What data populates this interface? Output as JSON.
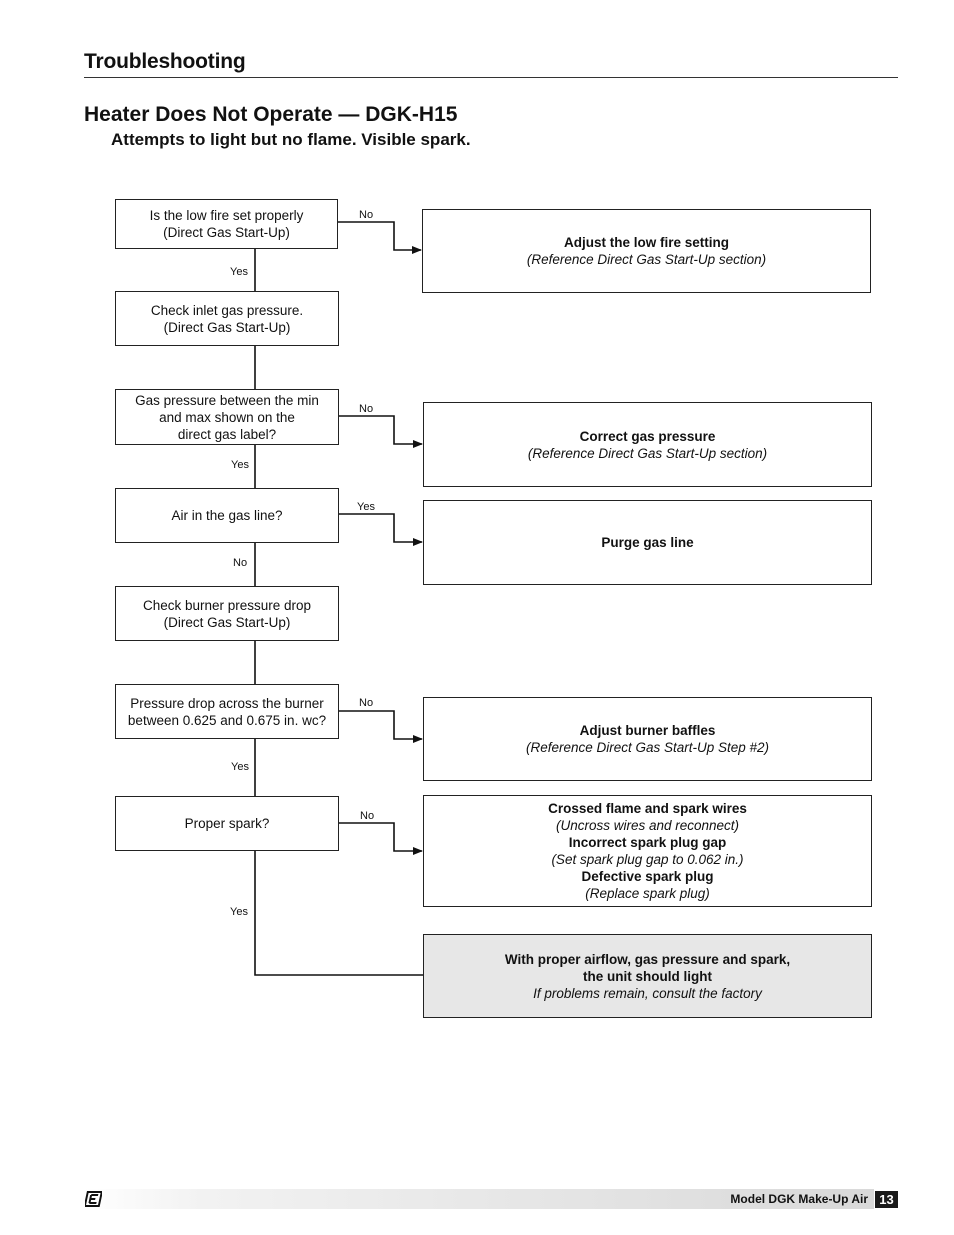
{
  "header": {
    "section_title": "Troubleshooting",
    "page_title": "Heater Does Not Operate — DGK-H15",
    "subtitle": "Attempts to light but no flame. Visible spark."
  },
  "flowchart": {
    "q1": {
      "line1": "Is the low fire set properly",
      "line2": "(Direct Gas Start-Up)"
    },
    "q1_no": "No",
    "q1_yes": "Yes",
    "r1": {
      "title": "Adjust the low fire setting",
      "note": "(Reference Direct Gas Start-Up section)"
    },
    "step2": {
      "line1": "Check inlet gas pressure.",
      "line2": "(Direct Gas Start-Up)"
    },
    "q3": {
      "line1": "Gas pressure between the min",
      "line2": "and max shown on the",
      "line3": "direct gas label?"
    },
    "q3_no": "No",
    "q3_yes": "Yes",
    "r3": {
      "title": "Correct gas pressure",
      "note": "(Reference Direct Gas Start-Up section)"
    },
    "q4": {
      "line1": "Air in the gas line?"
    },
    "q4_yes": "Yes",
    "q4_no": "No",
    "r4": {
      "title": "Purge gas line"
    },
    "step5": {
      "line1": "Check burner pressure drop",
      "line2": "(Direct Gas Start-Up)"
    },
    "q6": {
      "line1": "Pressure drop across the burner",
      "line2": "between 0.625 and 0.675 in. wc?"
    },
    "q6_no": "No",
    "q6_yes": "Yes",
    "r6": {
      "title": "Adjust burner baffles",
      "note": "(Reference Direct Gas Start-Up Step #2)"
    },
    "q7": {
      "line1": "Proper spark?"
    },
    "q7_no": "No",
    "q7_yes": "Yes",
    "r7": {
      "t1": "Crossed flame and spark wires",
      "n1": "(Uncross wires and reconnect)",
      "t2": "Incorrect spark plug gap",
      "n2": "(Set spark plug gap to 0.062 in.)",
      "t3": "Defective spark plug",
      "n3": "(Replace spark plug)"
    },
    "final": {
      "line1": "With proper airflow, gas pressure and spark,",
      "line2": "the unit should light",
      "note": "If problems remain, consult the factory"
    }
  },
  "footer": {
    "model": "Model DGK Make-Up Air",
    "page_number": "13"
  }
}
